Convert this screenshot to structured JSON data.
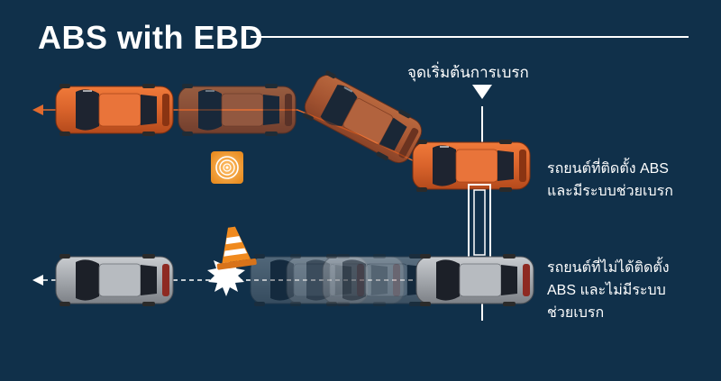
{
  "title": "ABS with EBD",
  "brake_point_label": "จุดเริ่มต้นการเบรก",
  "abs_caption": {
    "line1": "รถยนต์ที่ติดตั้ง ABS",
    "line2": "และมีระบบช่วยเบรก"
  },
  "no_abs_caption": {
    "line1": "รถยนต์ที่ไม่ได้ติดตั้ง",
    "line2": "ABS และไม่มีระบบ",
    "line3": "ช่วยเบรก"
  },
  "colors": {
    "background": "#10304a",
    "abs_car": "#d9632b",
    "abs_path": "#e06a2e",
    "no_abs_car": "#9a9ea3",
    "marker": "#ffffff",
    "sensor_badge": "#f2a03a",
    "cone": "#f08a1e"
  },
  "icons": {
    "abs_sensor": "abs-sensor-icon",
    "obstacle": "traffic-cone-icon",
    "impact": "impact-burst-icon",
    "brake_marker": "down-triangle-icon"
  }
}
